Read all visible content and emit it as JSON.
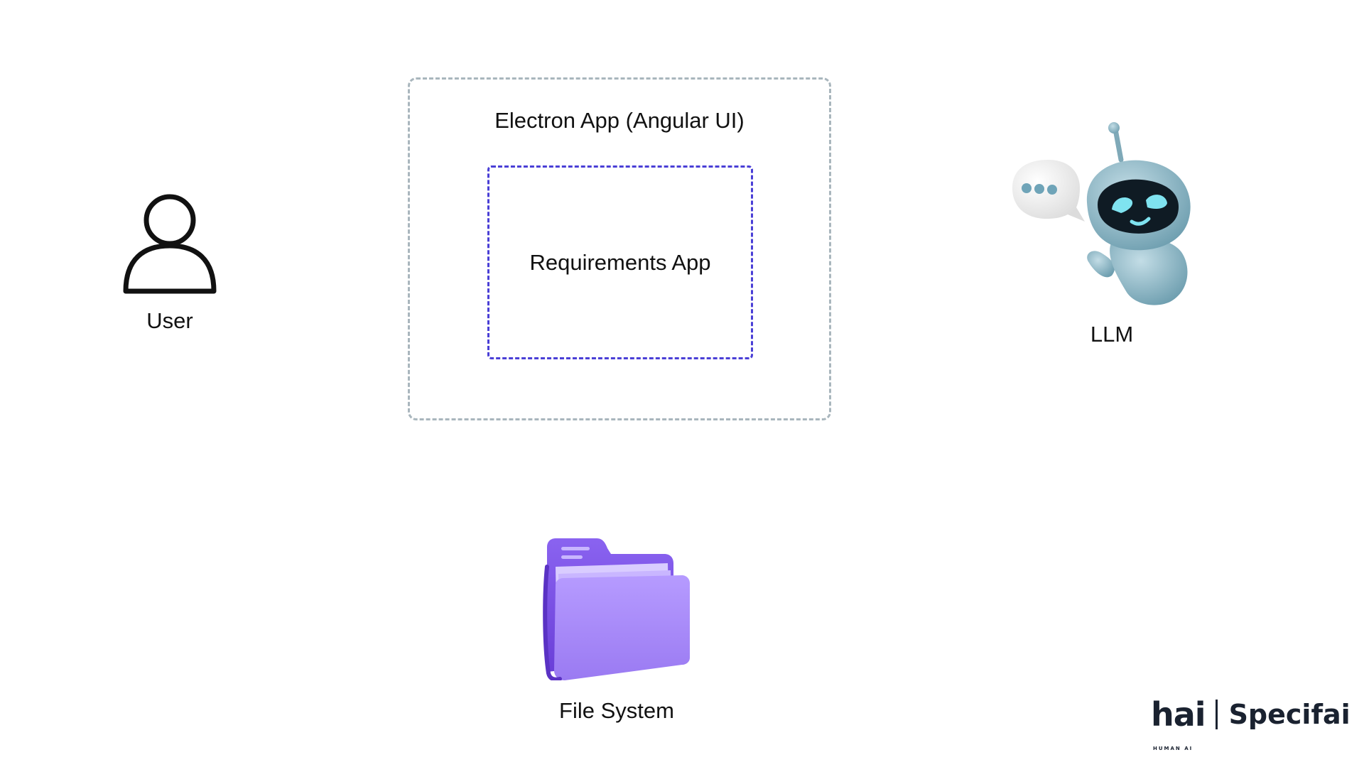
{
  "electron": {
    "title": "Electron App (Angular UI)"
  },
  "requirements": {
    "label": "Requirements App"
  },
  "user": {
    "label": "User",
    "icon": "user-icon"
  },
  "llm": {
    "label": "LLM",
    "icon": "robot-icon"
  },
  "filesystem": {
    "label": "File System",
    "icon": "folder-icon"
  },
  "logo": {
    "brand": "hai",
    "brand_sub": "HUMAN AI",
    "product": "Specifai"
  },
  "colors": {
    "outer_border": "#a9b6bd",
    "inner_border": "#4a3fd6",
    "folder": "#9b7cf2",
    "robot": "#8fb8c6"
  }
}
